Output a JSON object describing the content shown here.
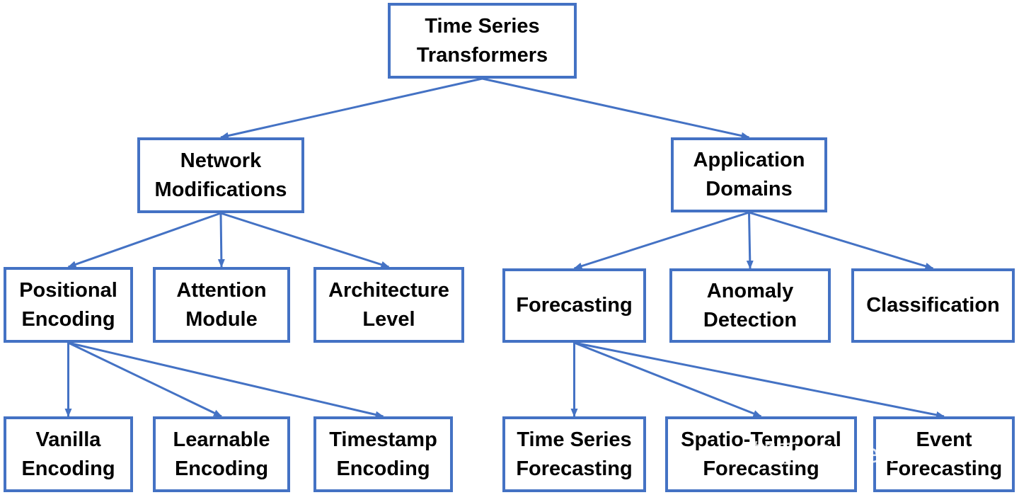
{
  "diagram": {
    "colors": {
      "border": "#4472c4",
      "edge": "#4472c4",
      "text": "#000000",
      "background": "#ffffff"
    },
    "nodes": {
      "root": "Time Series\nTransformers",
      "network_modifications": "Network\nModifications",
      "application_domains": "Application\nDomains",
      "positional_encoding": "Positional\nEncoding",
      "attention_module": "Attention\nModule",
      "architecture_level": "Architecture\nLevel",
      "forecasting": "Forecasting",
      "anomaly_detection": "Anomaly\nDetection",
      "classification": "Classification",
      "vanilla_encoding": "Vanilla\nEncoding",
      "learnable_encoding": "Learnable\nEncoding",
      "timestamp_encoding": "Timestamp\nEncoding",
      "time_series_forecasting": "Time Series\nForecasting",
      "spatio_temporal_forecasting": "Spatio-Temporal\nForecasting",
      "event_forecasting": "Event\nForecasting"
    },
    "edges": [
      [
        "root",
        "network_modifications"
      ],
      [
        "root",
        "application_domains"
      ],
      [
        "network_modifications",
        "positional_encoding"
      ],
      [
        "network_modifications",
        "attention_module"
      ],
      [
        "network_modifications",
        "architecture_level"
      ],
      [
        "application_domains",
        "forecasting"
      ],
      [
        "application_domains",
        "anomaly_detection"
      ],
      [
        "application_domains",
        "classification"
      ],
      [
        "positional_encoding",
        "vanilla_encoding"
      ],
      [
        "positional_encoding",
        "learnable_encoding"
      ],
      [
        "positional_encoding",
        "timestamp_encoding"
      ],
      [
        "forecasting",
        "time_series_forecasting"
      ],
      [
        "forecasting",
        "spatio_temporal_forecasting"
      ],
      [
        "forecasting",
        "event_forecasting"
      ]
    ]
  },
  "watermark": "知乎 @sliencerne"
}
